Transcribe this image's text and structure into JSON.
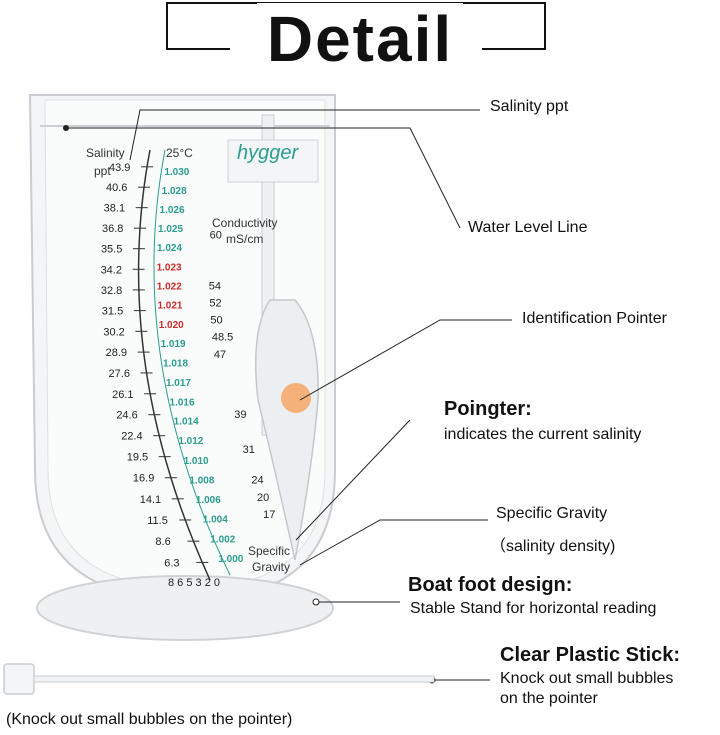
{
  "title": "Detail",
  "brand": "hygger",
  "scale": {
    "salinity_label_1": "Salinity",
    "salinity_label_2": "ppt",
    "temp_label": "25°C",
    "conductivity_label_1": "Conductivity",
    "conductivity_label_2": "mS/cm",
    "sg_label_1": "Specific",
    "sg_label_2": "Gravity",
    "salinity_values": [
      "43.9",
      "40.6",
      "38.1",
      "36.8",
      "35.5",
      "34.2",
      "32.8",
      "31.5",
      "30.2",
      "28.9",
      "27.6",
      "26.1",
      "24.6",
      "22.4",
      "19.5",
      "16.9",
      "14.1",
      "11.5",
      "8.6",
      "6.3"
    ],
    "sg_values": [
      "1.030",
      "1.028",
      "1.026",
      "1.025",
      "1.024",
      "1.023",
      "1.022",
      "1.021",
      "1.020",
      "1.019",
      "1.018",
      "1.017",
      "1.016",
      "1.014",
      "1.012",
      "1.010",
      "1.008",
      "1.006",
      "1.004",
      "1.002",
      "1.000"
    ],
    "conductivity_values": [
      "60",
      "54",
      "52",
      "50",
      "48.5",
      "47",
      "39",
      "31",
      "24",
      "20",
      "17"
    ],
    "bottom_digits": "8 6 5 3 2 0"
  },
  "callouts": {
    "salinity_ppt": "Salinity ppt",
    "water_level_line": "Water Level Line",
    "identification_pointer": "Identification Pointer",
    "pointer_title": "Poingter:",
    "pointer_desc": "indicates the current salinity",
    "sg_title": "Specific Gravity",
    "sg_desc": "（salinity density)",
    "boat_title": "Boat foot design:",
    "boat_desc": "Stable Stand for horizontal reading",
    "stick_title": "Clear Plastic Stick:",
    "stick_desc_1": "Knock out small bubbles",
    "stick_desc_2": "on the pointer",
    "stick_caption": "(Knock out small bubbles on the pointer)"
  },
  "colors": {
    "teal": "#2a9d8f",
    "red": "#cc2a2a",
    "pointer_orange": "#f4b27a"
  }
}
